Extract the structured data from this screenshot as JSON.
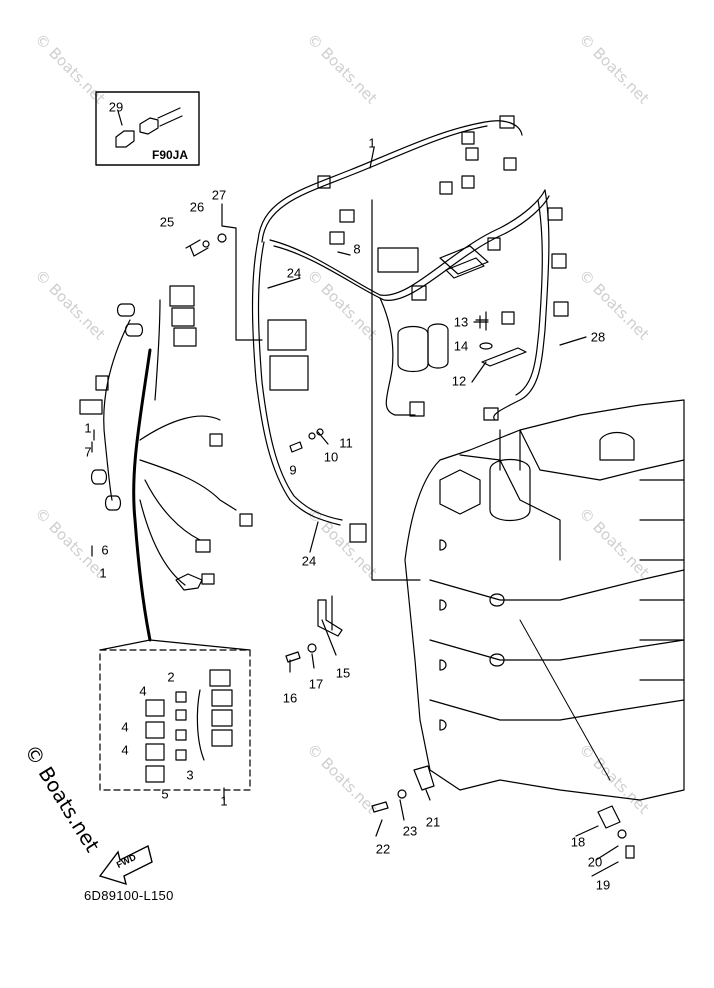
{
  "watermarks": [
    "© Boats.net",
    "© Boats.net",
    "© Boats.net",
    "© Boats.net",
    "© Boats.net",
    "© Boats.net",
    "© Boats.net",
    "© Boats.net",
    "© Boats.net",
    "© Boats.net",
    "© Boats.net"
  ],
  "copyright": "© Boats.net",
  "inset": {
    "part": "29",
    "model": "F90JA"
  },
  "fwd_label": "FWD",
  "part_code": "6D89100-L150",
  "callouts": [
    "1",
    "27",
    "26",
    "25",
    "8",
    "24",
    "13",
    "28",
    "14",
    "12",
    "1",
    "7",
    "11",
    "10",
    "9",
    "6",
    "1",
    "24",
    "15",
    "17",
    "16",
    "2",
    "4",
    "4",
    "4",
    "3",
    "5",
    "1",
    "23",
    "21",
    "22",
    "18",
    "20",
    "19"
  ]
}
